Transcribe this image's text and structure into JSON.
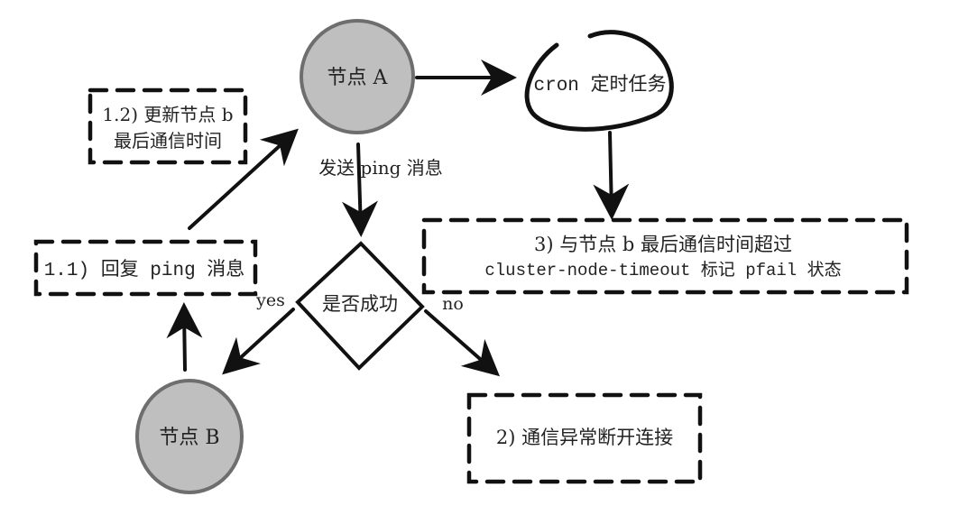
{
  "nodes": {
    "node_a": "节点 A",
    "node_b": "节点 B",
    "cron": "cron 定时任务",
    "decision": "是否成功"
  },
  "edges": {
    "send_ping": "发送 ping 消息",
    "yes": "yes",
    "no": "no"
  },
  "boxes": {
    "step_1_2": [
      "1.2) 更新节点 b",
      "最后通信时间"
    ],
    "step_1_1": "1.1) 回复 ping 消息",
    "step_2": "2) 通信异常断开连接",
    "step_3": [
      "3) 与节点 b 最后通信时间超过",
      "cluster-node-timeout 标记 pfail 状态"
    ]
  },
  "colors": {
    "node_fill": "#bfbfbf",
    "node_stroke": "#6e6e6e",
    "ink": "#111111"
  }
}
